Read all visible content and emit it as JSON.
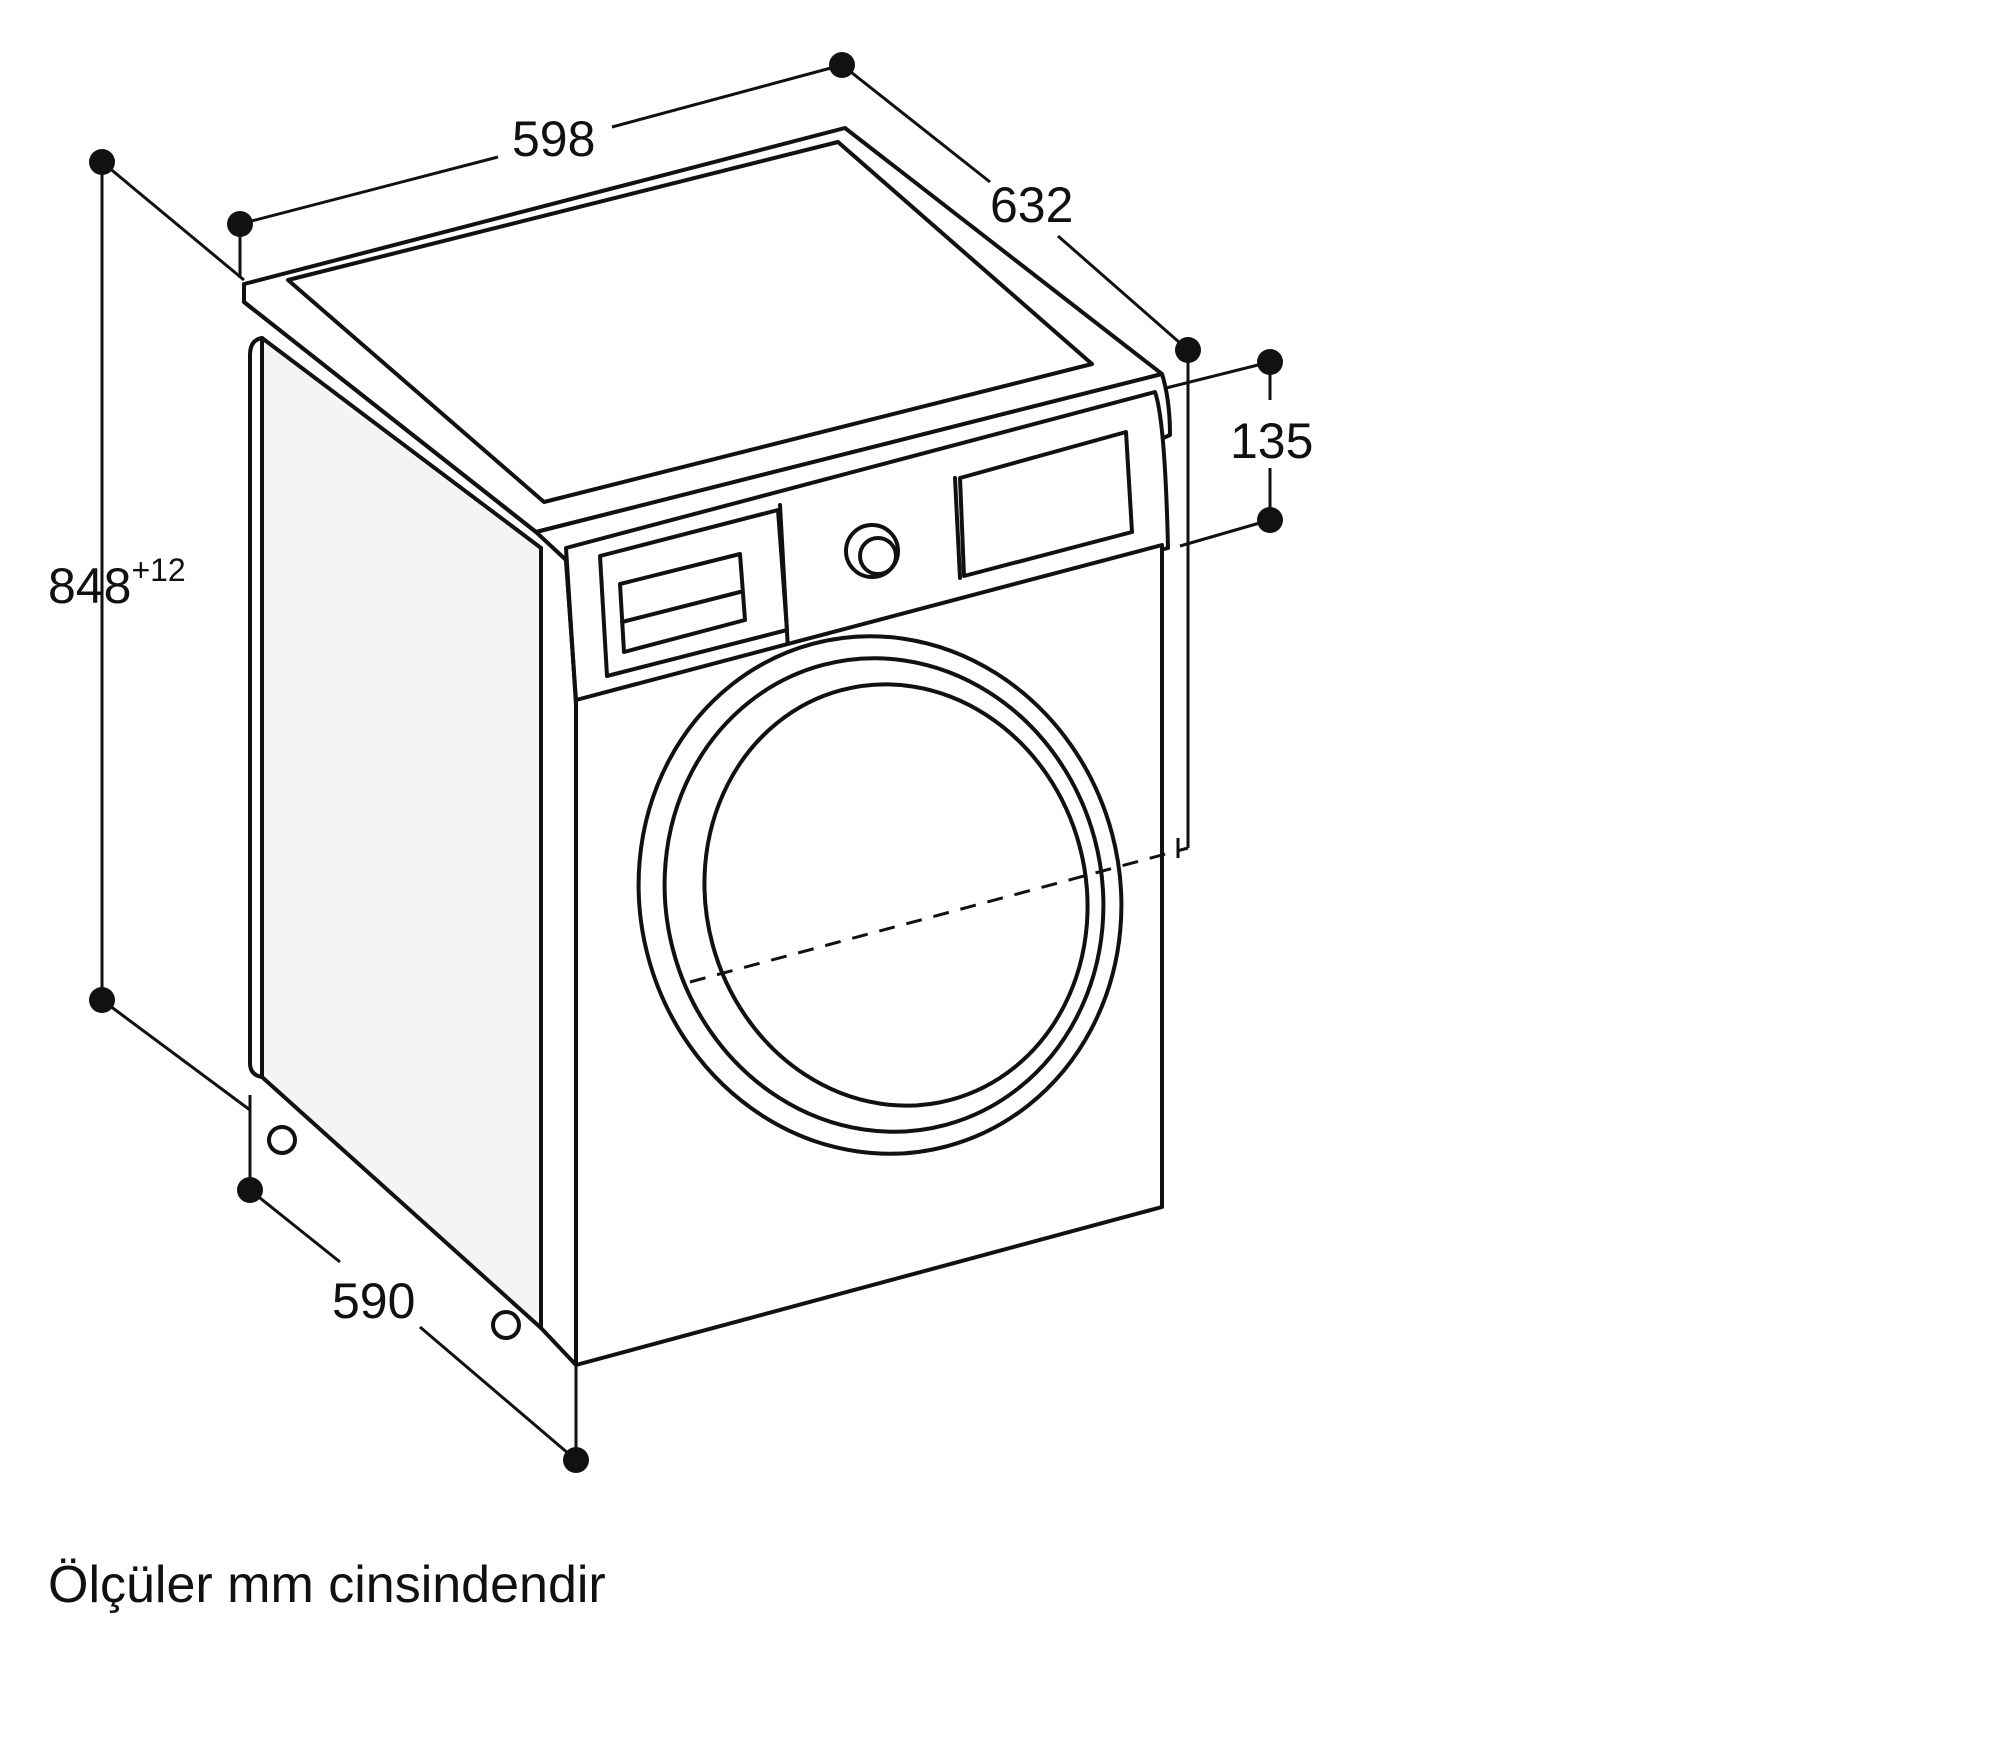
{
  "dimensions": {
    "width": "598",
    "depth": "632",
    "height": "848",
    "height_tolerance": "+12",
    "panel_height": "135",
    "base_depth": "590"
  },
  "caption": "Ölçüler mm cinsindendir",
  "colors": {
    "line": "#111111",
    "side_panel_fill": "#f4f4f4",
    "background": "#ffffff"
  }
}
